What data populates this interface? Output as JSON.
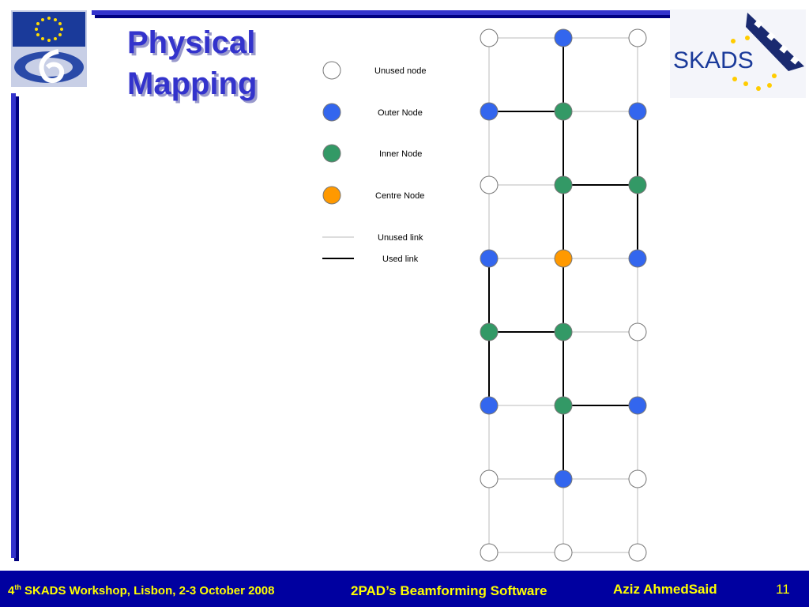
{
  "title": {
    "line1": "Physical",
    "line2": "Mapping"
  },
  "logos": {
    "left": "eu-fp6-logo",
    "right": "skads-logo",
    "right_text": "SKADS"
  },
  "legend": {
    "unused_node": "Unused node",
    "outer_node": "Outer Node",
    "inner_node": "Inner Node",
    "centre_node": "Centre Node",
    "unused_link": "Unused link",
    "used_link": "Used link"
  },
  "colors": {
    "unused": "#ffffff",
    "outer": "#3366ee",
    "inner": "#339966",
    "centre": "#ff9900",
    "unused_link": "#bbbbbb",
    "used_link": "#000000",
    "accent": "#3333cc",
    "footer_bg": "#0000a0",
    "footer_text": "#ffff00"
  },
  "grid": {
    "columns": 3,
    "rows": 8,
    "nodes": [
      [
        "unused",
        "outer",
        "unused"
      ],
      [
        "outer",
        "inner",
        "outer"
      ],
      [
        "unused",
        "inner",
        "inner"
      ],
      [
        "outer",
        "centre",
        "outer"
      ],
      [
        "inner",
        "inner",
        "unused"
      ],
      [
        "outer",
        "inner",
        "outer"
      ],
      [
        "unused",
        "outer",
        "unused"
      ],
      [
        "unused",
        "unused",
        "unused"
      ]
    ],
    "used_links": [
      [
        [
          0,
          1
        ],
        [
          1,
          1
        ]
      ],
      [
        [
          1,
          1
        ],
        [
          2,
          1
        ]
      ],
      [
        [
          2,
          1
        ],
        [
          3,
          1
        ]
      ],
      [
        [
          3,
          1
        ],
        [
          4,
          1
        ]
      ],
      [
        [
          4,
          1
        ],
        [
          5,
          1
        ]
      ],
      [
        [
          5,
          1
        ],
        [
          6,
          1
        ]
      ],
      [
        [
          1,
          0
        ],
        [
          1,
          1
        ]
      ],
      [
        [
          1,
          2
        ],
        [
          2,
          2
        ]
      ],
      [
        [
          2,
          2
        ],
        [
          3,
          2
        ]
      ],
      [
        [
          2,
          1
        ],
        [
          2,
          2
        ]
      ],
      [
        [
          3,
          0
        ],
        [
          4,
          0
        ]
      ],
      [
        [
          4,
          0
        ],
        [
          5,
          0
        ]
      ],
      [
        [
          4,
          0
        ],
        [
          4,
          1
        ]
      ],
      [
        [
          5,
          1
        ],
        [
          5,
          2
        ]
      ]
    ]
  },
  "footer": {
    "event_num": "4",
    "event_sup": "th",
    "event_rest": " SKADS Workshop, Lisbon, 2-3 October 2008",
    "project": "2PAD’s Beamforming Software",
    "author": "Aziz AhmedSaid",
    "page": "11"
  }
}
